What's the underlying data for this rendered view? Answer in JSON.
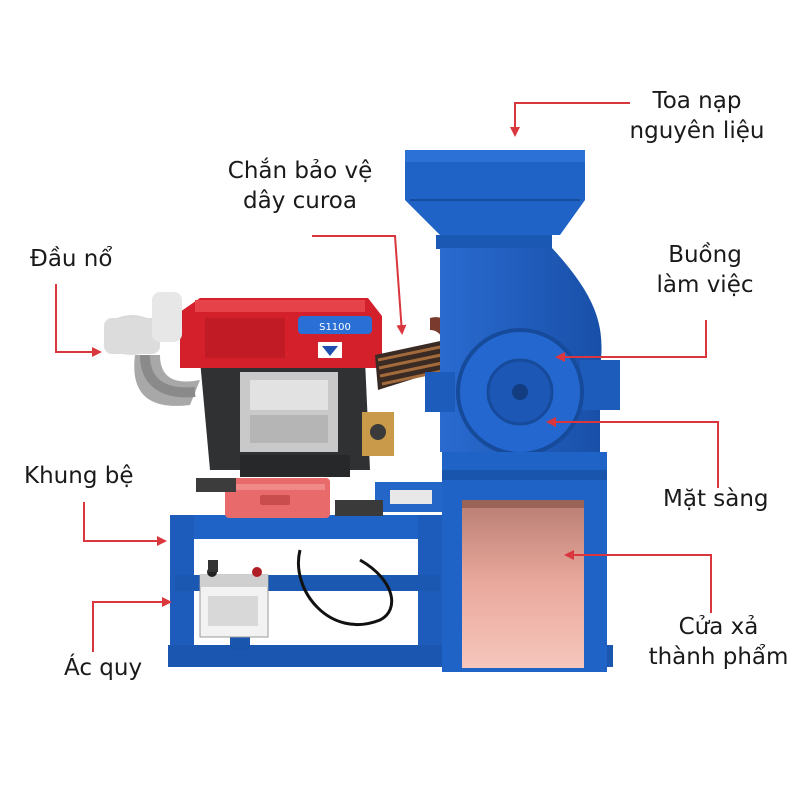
{
  "labels": {
    "feed_hopper": [
      "Toa nạp",
      "nguyên liệu"
    ],
    "belt_guard": [
      "Chắn bảo vệ",
      "dây curoa"
    ],
    "engine_head": [
      "Đầu nổ"
    ],
    "working_chamber": [
      "Buồng",
      "làm việc"
    ],
    "frame_base": [
      "Khung bệ"
    ],
    "screen": [
      "Mặt sàng"
    ],
    "battery": [
      "Ác quy"
    ],
    "discharge_door": [
      "Cửa xả",
      "thành phẩm"
    ]
  },
  "engine_badge": "S1100",
  "colors": {
    "arrow": "#d9363e",
    "machine_blue": "#1f63c6",
    "engine_red": "#d3202b",
    "engine_dark": "#2f3133",
    "outlet_pink": "#e9a59a"
  },
  "icons": {
    "arrow_head": "arrow-head-icon"
  }
}
